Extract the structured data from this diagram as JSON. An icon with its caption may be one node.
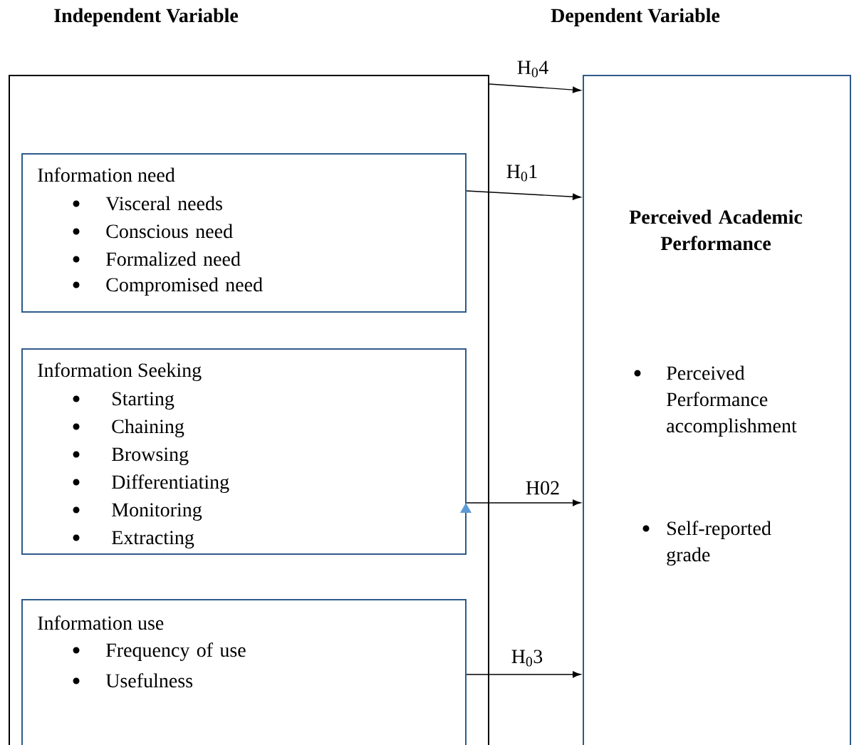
{
  "diagram": {
    "nodes": [
      {
        "text": [
          "Independent Variable"
        ]
      },
      {
        "text": [
          "Dependent Variable",
          "Perceived Academic Performance",
          "Perceived Performance accomplishment",
          "Self-reported grade"
        ]
      },
      {
        "text": [
          "Information need",
          "Visceral needs",
          "Conscious need",
          "Formalized need",
          "Compromised need"
        ],
        "in": 0
      },
      {
        "text": [
          "Information Seeking",
          "Starting",
          "Chaining",
          "Browsing",
          "Differentiating",
          "Monitoring",
          "Extracting"
        ],
        "in": 0
      },
      {
        "text": [
          "Information use",
          "Frequency of use",
          "Usefulness"
        ],
        "in": 0
      }
    ],
    "edges": [
      {
        "from": 0,
        "to": 1,
        "arrow": "to",
        "label": "H$_{0}$4"
      },
      {
        "from": 2,
        "to": 1,
        "arrow": "to",
        "label": "H$_{0}$1"
      },
      {
        "from": 3,
        "to": 1,
        "arrow": "to",
        "label": "H02"
      },
      {
        "from": 4,
        "to": 1,
        "arrow": "to",
        "label": "H$_{0}$3"
      }
    ]
  }
}
